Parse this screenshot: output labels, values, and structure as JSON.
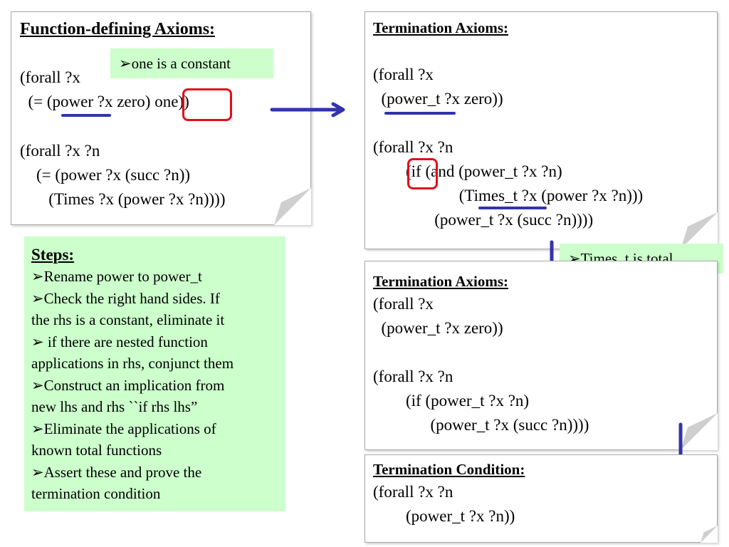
{
  "box1": {
    "title": "Function-defining Axioms:",
    "lines": [
      "(forall ?x",
      "  (= (power ?x zero) one))",
      "(forall ?x ?n",
      "    (= (power ?x (succ ?n))",
      "       (Times ?x (power ?x ?n))))"
    ]
  },
  "callout1": "➢one is a constant",
  "box2": {
    "title": "Termination Axioms:",
    "lines": [
      "(forall ?x",
      "  (power_t ?x zero))",
      "(forall ?x ?n",
      "        (if (and (power_t ?x ?n)",
      "                     (Times_t ?x (power ?x ?n)))",
      "               (power_t ?x (succ ?n))))"
    ]
  },
  "callout2": "➢Times_t is total",
  "box3": {
    "title": "Termination Axioms:",
    "lines": [
      "(forall ?x",
      "  (power_t ?x zero))",
      "(forall ?x ?n",
      "        (if (power_t ?x ?n)",
      "              (power_t ?x (succ ?n))))"
    ]
  },
  "box4": {
    "title": "Termination Condition:",
    "lines": [
      "(forall ?x ?n",
      "        (power_t ?x ?n))"
    ]
  },
  "steps": {
    "title": "Steps:",
    "items": [
      "➢Rename power to power_t",
      "➢Check the right hand sides. If",
      "the rhs is a constant, eliminate it",
      "➢ if there are nested function",
      "applications in rhs, conjunct them",
      "➢Construct an implication from",
      "new lhs and rhs ``if rhs lhs”",
      "➢Eliminate the applications of",
      "known total functions",
      "➢Assert these and prove the",
      "termination condition"
    ]
  },
  "colors": {
    "callout_bg": "#ccffcc",
    "arrow": "#3333aa",
    "highlight": "#e0101a"
  }
}
